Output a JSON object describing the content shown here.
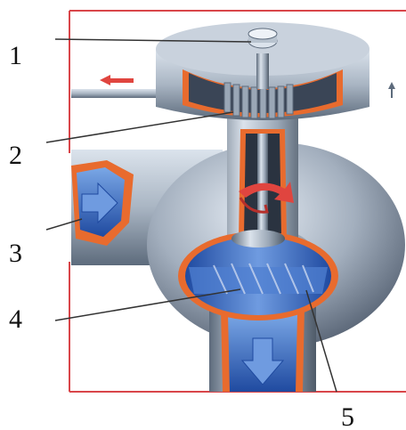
{
  "callouts": [
    {
      "number": "1"
    },
    {
      "number": "2"
    },
    {
      "number": "3"
    },
    {
      "number": "4"
    },
    {
      "number": "5"
    }
  ],
  "colors": {
    "frame": "#d9464a",
    "arrow_red": "#e0453f",
    "body_gray": "#9aa7b6",
    "body_dark": "#5d6b7c",
    "body_light": "#dbe3ec",
    "cut_orange": "#e86b2e",
    "water_blue": "#2d5db8",
    "water_light": "#7aa7e6",
    "leader_line": "#333333",
    "label_text": "#111111"
  },
  "icons": [
    "outflow-arrow-icon",
    "small-up-arrow-icon",
    "inflow-arrow-icon",
    "downflow-arrow-icon",
    "rotation-arrow-icon"
  ]
}
